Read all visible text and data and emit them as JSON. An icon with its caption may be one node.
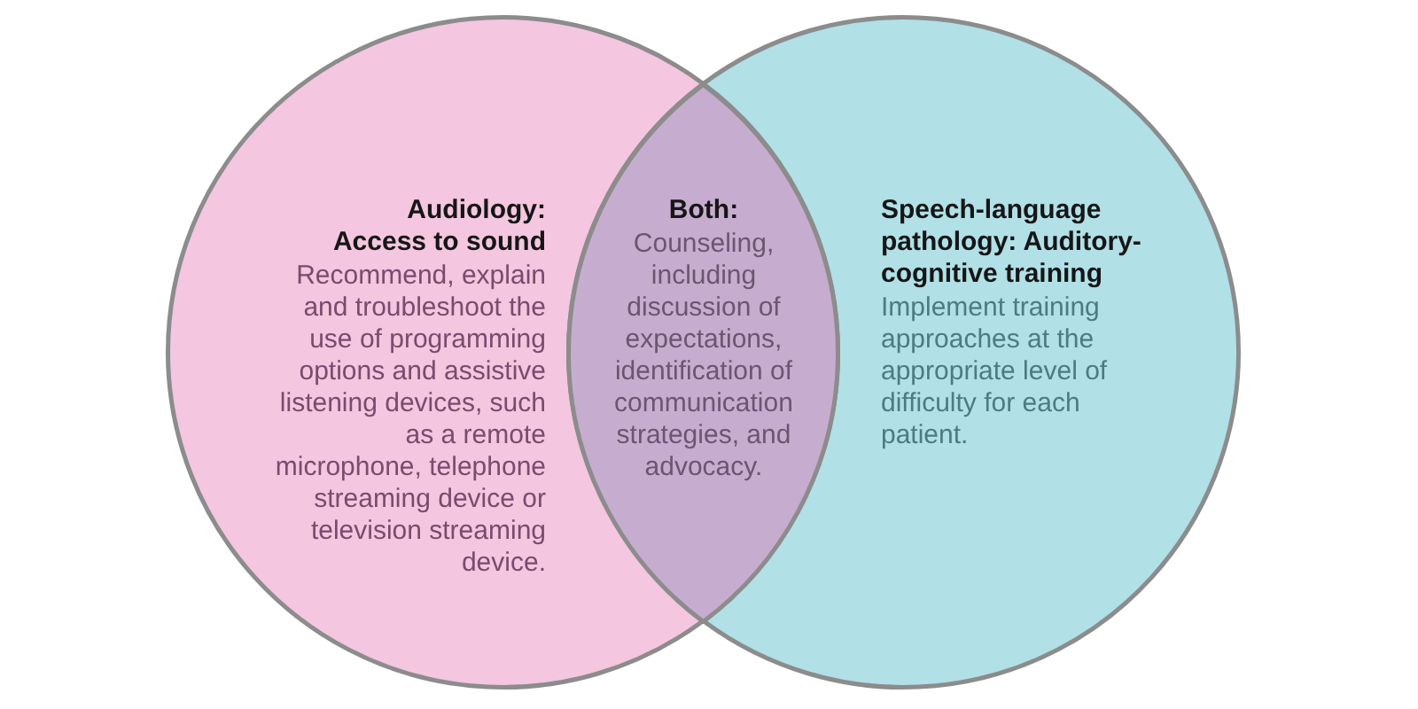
{
  "diagram": {
    "nodes": [
      {
        "text": [
          "Audiology: Access to sound",
          "Recommend, explain and troubleshoot the use of programming options and assistive listening devices, such as a remote microphone, telephone streaming device or television streaming device."
        ]
      },
      {
        "text": [
          "Both:",
          "Counseling, including discussion of expectations, identification of communication strategies, and advocacy."
        ]
      },
      {
        "text": [
          "Speech-language pathology: Auditory-cognitive training",
          "Implement training approaches at the appropriate level of difficulty for each patient."
        ]
      }
    ]
  }
}
